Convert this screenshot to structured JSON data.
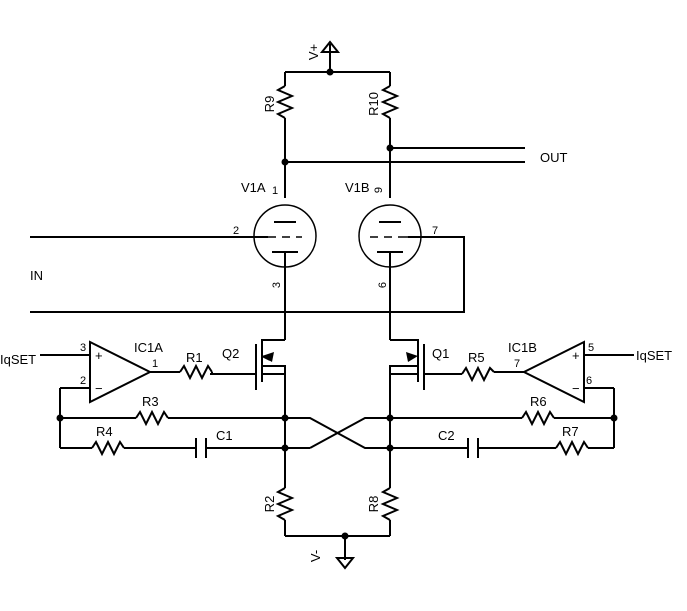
{
  "labels": {
    "vplus": "V+",
    "vminus": "V-",
    "out": "OUT",
    "in": "IN",
    "iqset_left": "IqSET",
    "iqset_right": "IqSET"
  },
  "components": {
    "r1": "R1",
    "r2": "R2",
    "r3": "R3",
    "r4": "R4",
    "r5": "R5",
    "r6": "R6",
    "r7": "R7",
    "r8": "R8",
    "r9": "R9",
    "r10": "R10",
    "c1": "C1",
    "c2": "C2",
    "q1": "Q1",
    "q2": "Q2",
    "v1a": "V1A",
    "v1b": "V1B",
    "ic1a": "IC1A",
    "ic1b": "IC1B"
  },
  "pins": {
    "v1a_1": "1",
    "v1a_2": "2",
    "v1a_3": "3",
    "v1b_9": "9",
    "v1b_7": "7",
    "v1b_6": "6",
    "ic1a_3": "3",
    "ic1a_2": "2",
    "ic1a_1": "1",
    "ic1b_5": "5",
    "ic1b_6": "6",
    "ic1b_7": "7",
    "plus": "+",
    "minus": "−"
  }
}
